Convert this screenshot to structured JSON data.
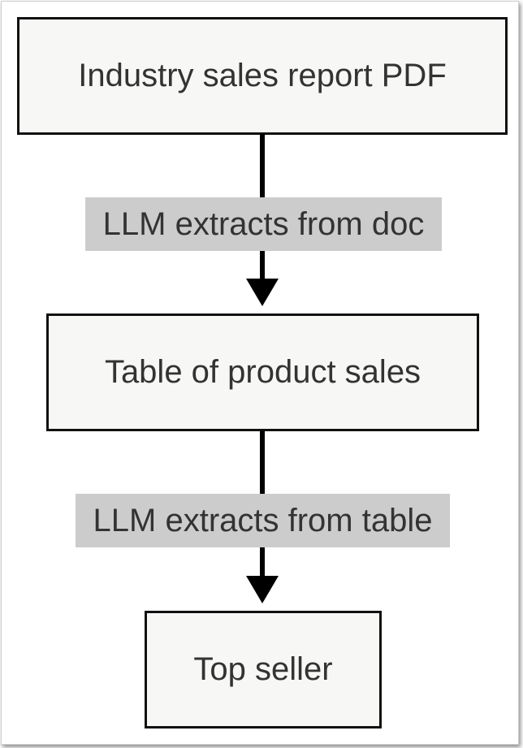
{
  "nodes": {
    "source": "Industry sales report PDF",
    "intermediate": "Table of product sales",
    "result": "Top seller"
  },
  "edges": {
    "first": "LLM extracts from doc",
    "second": "LLM extracts from table"
  },
  "colors": {
    "node_fill": "#f7f7f5",
    "node_border": "#111111",
    "label_bg": "#cccccc",
    "text": "#333333",
    "arrow": "#000000"
  }
}
